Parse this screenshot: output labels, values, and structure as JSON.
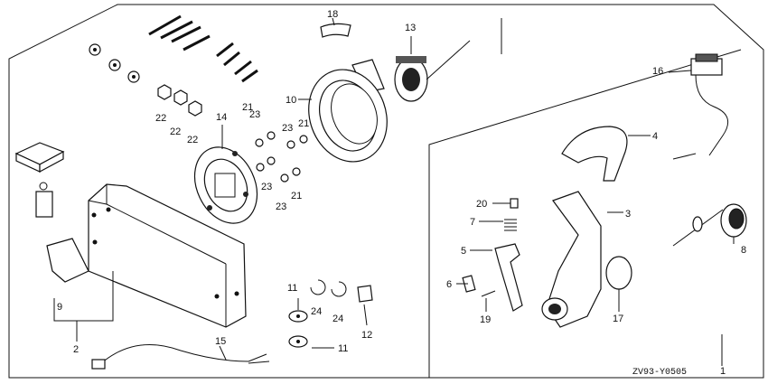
{
  "diagram_code": "ZV93-Y0505",
  "callouts": [
    {
      "id": "c1",
      "text": "1"
    },
    {
      "id": "c2",
      "text": "2"
    },
    {
      "id": "c3",
      "text": "3"
    },
    {
      "id": "c4",
      "text": "4"
    },
    {
      "id": "c5",
      "text": "5"
    },
    {
      "id": "c6",
      "text": "6"
    },
    {
      "id": "c7",
      "text": "7"
    },
    {
      "id": "c8",
      "text": "8"
    },
    {
      "id": "c9",
      "text": "9"
    },
    {
      "id": "c10",
      "text": "10"
    },
    {
      "id": "c11a",
      "text": "11"
    },
    {
      "id": "c11b",
      "text": "11"
    },
    {
      "id": "c12",
      "text": "12"
    },
    {
      "id": "c13",
      "text": "13"
    },
    {
      "id": "c14",
      "text": "14"
    },
    {
      "id": "c15",
      "text": "15"
    },
    {
      "id": "c16",
      "text": "16"
    },
    {
      "id": "c17",
      "text": "17"
    },
    {
      "id": "c18",
      "text": "18"
    },
    {
      "id": "c19",
      "text": "19"
    },
    {
      "id": "c20",
      "text": "20"
    },
    {
      "id": "c21a",
      "text": "21"
    },
    {
      "id": "c21b",
      "text": "21"
    },
    {
      "id": "c21c",
      "text": "21"
    },
    {
      "id": "c22a",
      "text": "22"
    },
    {
      "id": "c22b",
      "text": "22"
    },
    {
      "id": "c22c",
      "text": "22"
    },
    {
      "id": "c23a",
      "text": "23"
    },
    {
      "id": "c23b",
      "text": "23"
    },
    {
      "id": "c23c",
      "text": "23"
    },
    {
      "id": "c23d",
      "text": "23"
    },
    {
      "id": "c24a",
      "text": "24"
    },
    {
      "id": "c24b",
      "text": "24"
    }
  ]
}
